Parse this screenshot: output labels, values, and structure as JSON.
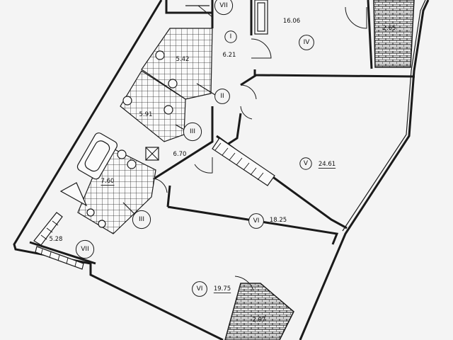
{
  "rooms": [
    {
      "id": "room-I",
      "roman": "I",
      "area": "6.21"
    },
    {
      "id": "room-IV",
      "roman": "IV",
      "area": "16.06"
    },
    {
      "id": "room-V",
      "roman": "V",
      "area": "24.61"
    },
    {
      "id": "room-VI-bedroom",
      "roman": "VI",
      "area": "18.25"
    },
    {
      "id": "room-VI-living",
      "roman": "VI",
      "area": "19.75"
    },
    {
      "id": "room-VII-small",
      "roman": "VII",
      "area": "5.28"
    },
    {
      "id": "bathroom-upper",
      "roman": "",
      "area": "5.42"
    },
    {
      "id": "bathroom-middle",
      "roman": "",
      "area": "5.91"
    },
    {
      "id": "bathroom-lower",
      "roman": "",
      "area": "7.60"
    },
    {
      "id": "corridor",
      "roman": "",
      "area": "6.70"
    },
    {
      "id": "balcony-top",
      "roman": "",
      "area": "2.65"
    },
    {
      "id": "balcony-bottom",
      "roman": "",
      "area": "2.97"
    }
  ],
  "markers": [
    {
      "id": "marker-VII-top",
      "roman": "VII"
    },
    {
      "id": "marker-II",
      "roman": "II"
    },
    {
      "id": "marker-III-upper",
      "roman": "III"
    },
    {
      "id": "marker-III-lower",
      "roman": "III"
    }
  ]
}
